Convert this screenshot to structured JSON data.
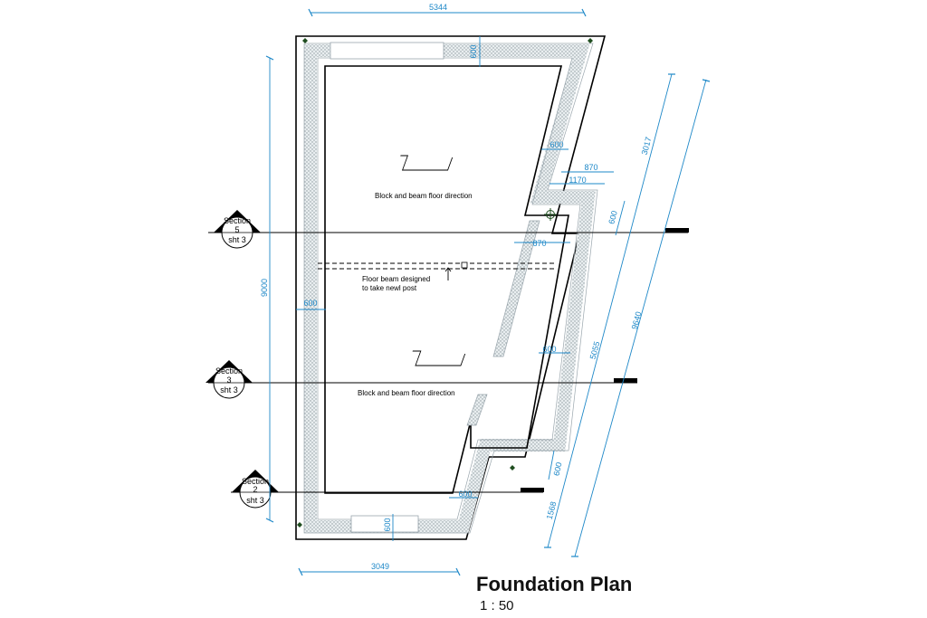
{
  "title": "Foundation Plan",
  "scale": "1 : 50",
  "notes": {
    "floor_dir_upper": "Block and beam floor direction",
    "floor_dir_lower": "Block and beam floor direction",
    "beam_line1": "Floor beam designed",
    "beam_line2": "to take newl post"
  },
  "dimensions": {
    "top_width": "5344",
    "bottom_width": "3049",
    "left_height": "9000",
    "top_wall": "600",
    "left_wall": "600",
    "bottom_wall": "600",
    "bottom_right_wall": "600",
    "notch_wall": "600",
    "notch_870_a": "870",
    "notch_1170": "1170",
    "notch_600_side": "600",
    "notch_870_b": "870",
    "right_wall_lower": "600",
    "bottom_notch_600": "600",
    "diag_3017": "3017",
    "diag_5055": "5055",
    "diag_1568": "1568",
    "diag_9640": "9640"
  },
  "sections": [
    {
      "label": "Section",
      "number": "5",
      "sheet": "sht 3"
    },
    {
      "label": "Section",
      "number": "3",
      "sheet": "sht 3"
    },
    {
      "label": "Section",
      "number": "2",
      "sheet": "sht 3"
    }
  ],
  "colors": {
    "dimension": "#1e88c8",
    "line": "#000000",
    "hatch": "#9aa6ad"
  }
}
